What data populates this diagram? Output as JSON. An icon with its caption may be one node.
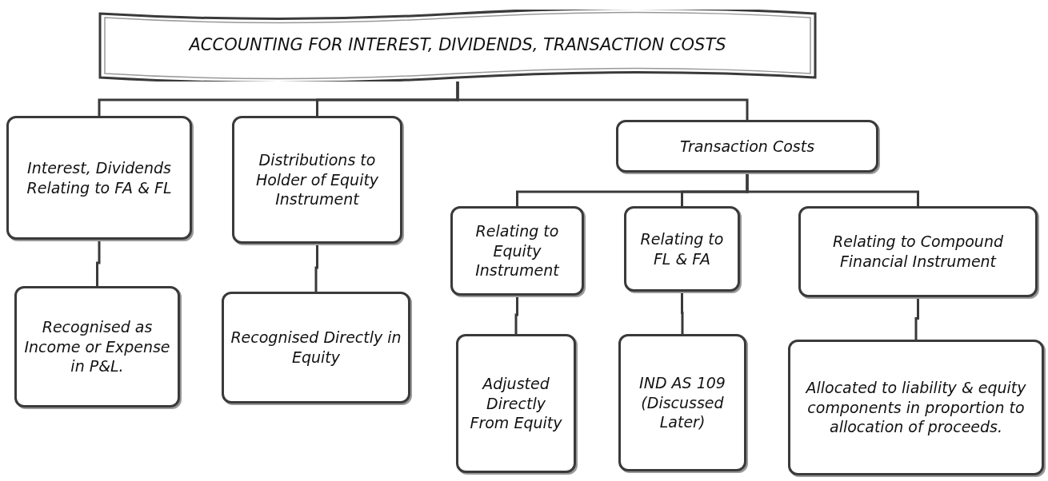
{
  "diagram": {
    "nodes": [
      {
        "text": [
          "ACCOUNTING FOR INTEREST, DIVIDENDS, TRANSACTION COSTS"
        ]
      },
      {
        "text": [
          "Interest, Dividends Relating to FA & FL"
        ]
      },
      {
        "text": [
          "Distributions to Holder of Equity Instrument"
        ]
      },
      {
        "text": [
          "Transaction Costs"
        ]
      },
      {
        "text": [
          "Relating to Equity Instrument"
        ]
      },
      {
        "text": [
          "Relating to FL & FA"
        ]
      },
      {
        "text": [
          "Relating to Compound Financial Instrument"
        ]
      },
      {
        "text": [
          "Recognised as Income or Expense in P&L."
        ]
      },
      {
        "text": [
          "Recognised Directly in Equity"
        ]
      },
      {
        "text": [
          "Adjusted Directly From Equity"
        ]
      },
      {
        "text": [
          "IND AS 109 (Discussed Later)"
        ]
      },
      {
        "text": [
          "Allocated to liability & equity components in proportion to allocation of proceeds."
        ]
      }
    ],
    "edges": [
      {
        "from": 0,
        "to": 1,
        "arrow": "none"
      },
      {
        "from": 0,
        "to": 2,
        "arrow": "none"
      },
      {
        "from": 0,
        "to": 3,
        "arrow": "none"
      },
      {
        "from": 1,
        "to": 7,
        "arrow": "none"
      },
      {
        "from": 2,
        "to": 8,
        "arrow": "none"
      },
      {
        "from": 3,
        "to": 4,
        "arrow": "none"
      },
      {
        "from": 3,
        "to": 5,
        "arrow": "none"
      },
      {
        "from": 3,
        "to": 6,
        "arrow": "none"
      },
      {
        "from": 4,
        "to": 9,
        "arrow": "none"
      },
      {
        "from": 5,
        "to": 10,
        "arrow": "none"
      },
      {
        "from": 6,
        "to": 11,
        "arrow": "none"
      }
    ]
  }
}
